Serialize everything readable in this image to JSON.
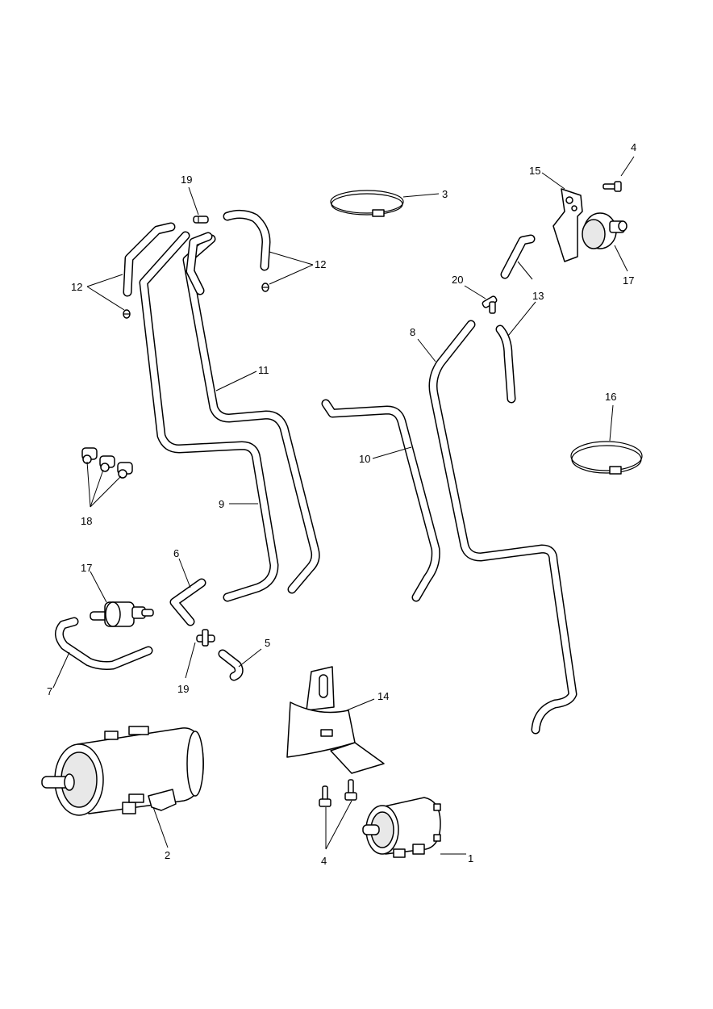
{
  "callouts": {
    "c1": "1",
    "c2": "2",
    "c3": "3",
    "c4a": "4",
    "c4b": "4",
    "c5": "5",
    "c6": "6",
    "c7": "7",
    "c8": "8",
    "c9": "9",
    "c10": "10",
    "c11": "11",
    "c12a": "12",
    "c12b": "12",
    "c13": "13",
    "c14": "14",
    "c15": "15",
    "c16": "16",
    "c17a": "17",
    "c17b": "17",
    "c18": "18",
    "c19a": "19",
    "c19b": "19",
    "c20": "20"
  },
  "colors": {
    "line": "#000000",
    "background": "#ffffff",
    "shade": "#e8e8e8"
  }
}
